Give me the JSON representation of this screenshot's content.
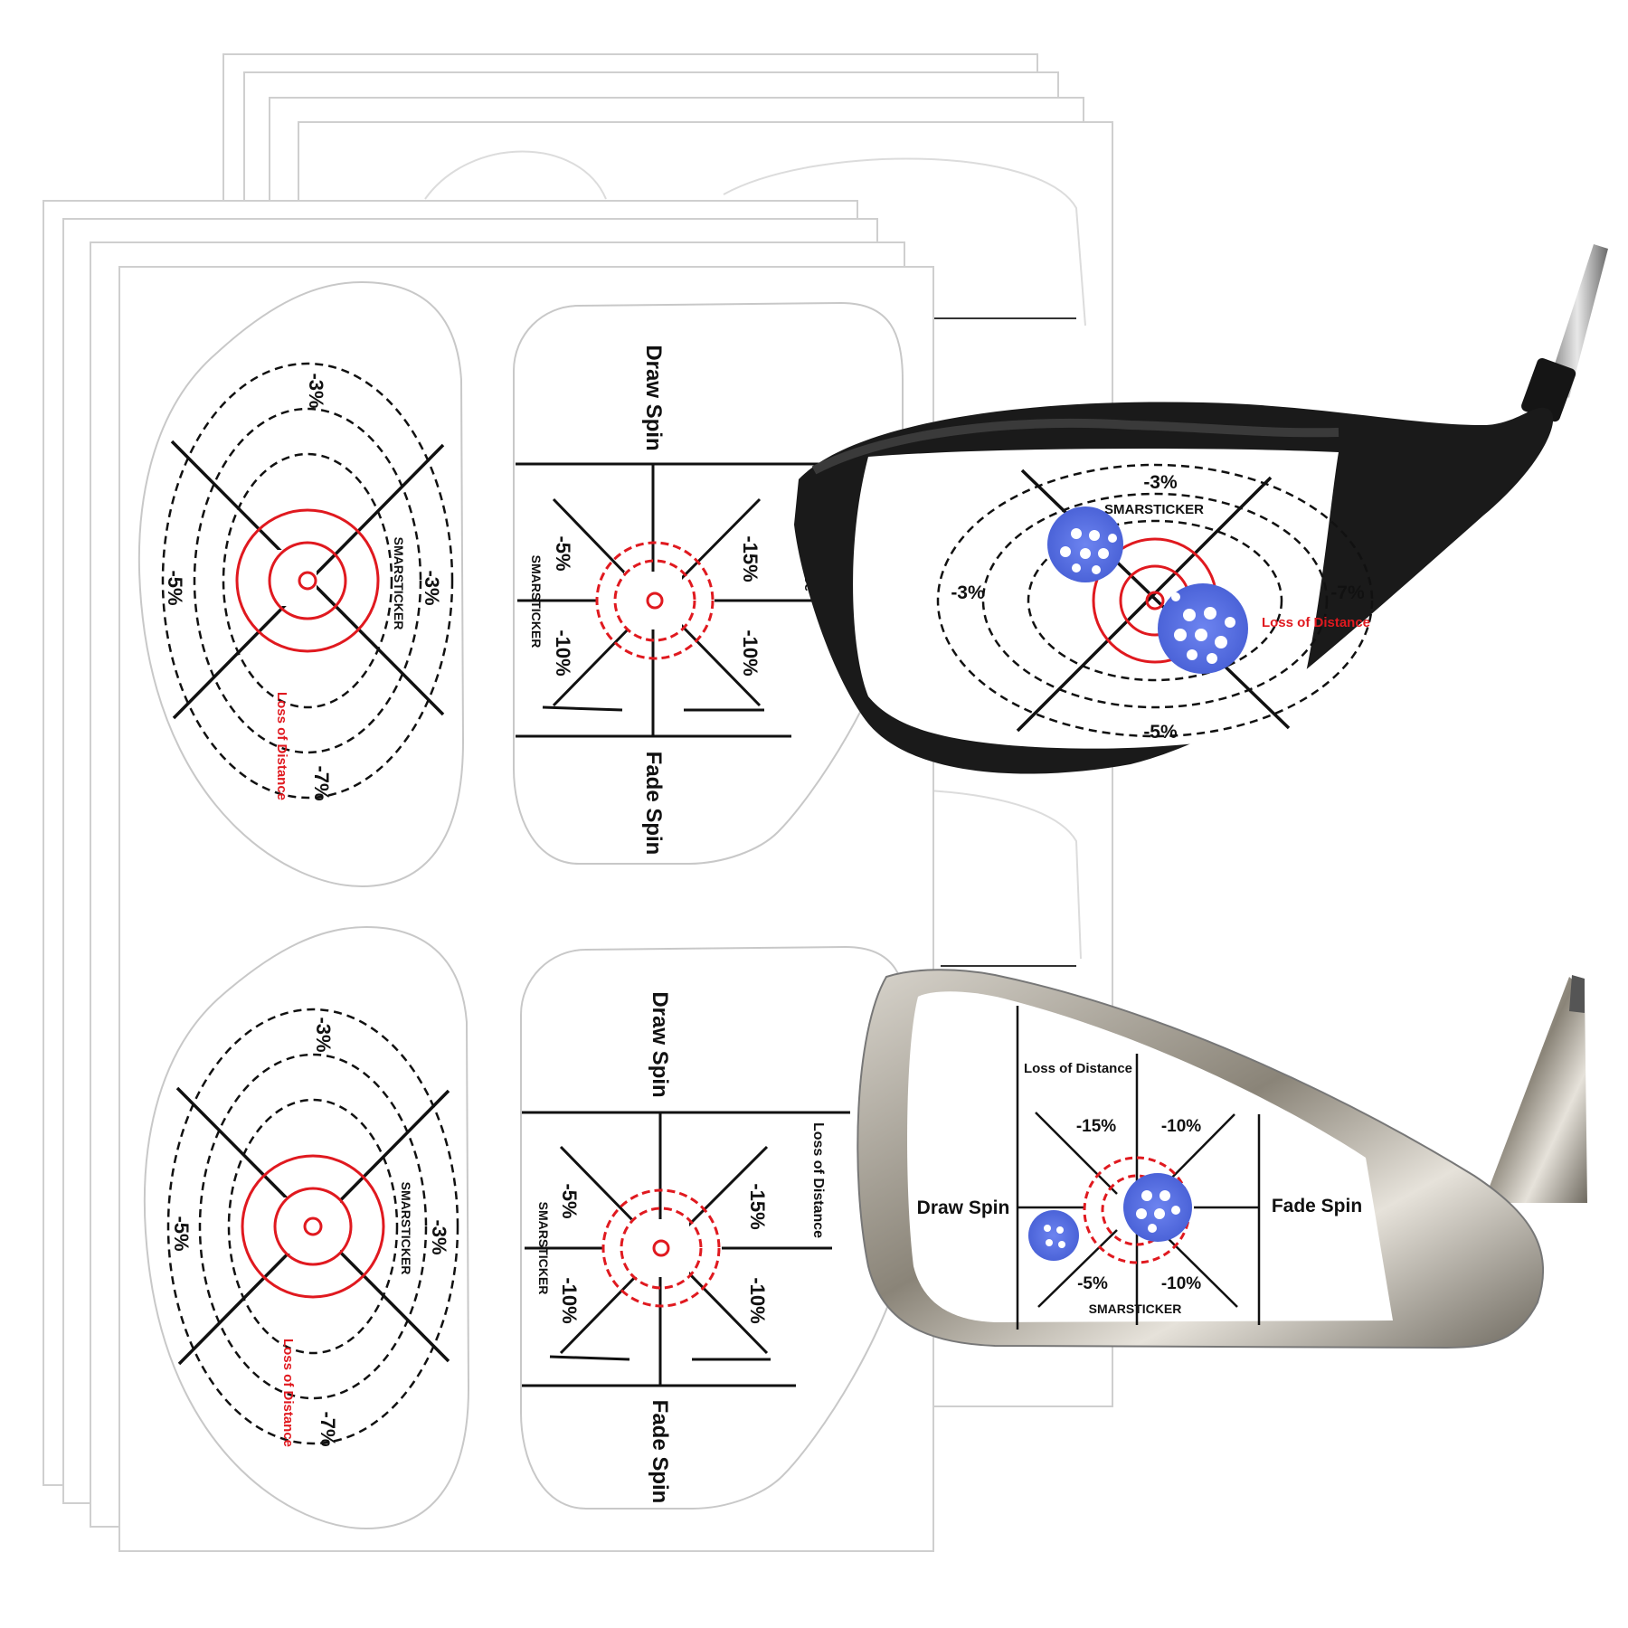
{
  "labels": {
    "brand": "SMARSTICKER",
    "loss": "Loss of Distance",
    "draw": "Draw Spin",
    "fade": "Fade Spin",
    "p3": "-3%",
    "p5": "-5%",
    "p7": "-7%",
    "p10": "-10%",
    "p15": "-15%"
  },
  "colors": {
    "target_red": "#e0191f",
    "impact_blue": "#5b74e6",
    "driver_black": "#1a1a1a",
    "iron_chrome": "#b8b2a8"
  }
}
